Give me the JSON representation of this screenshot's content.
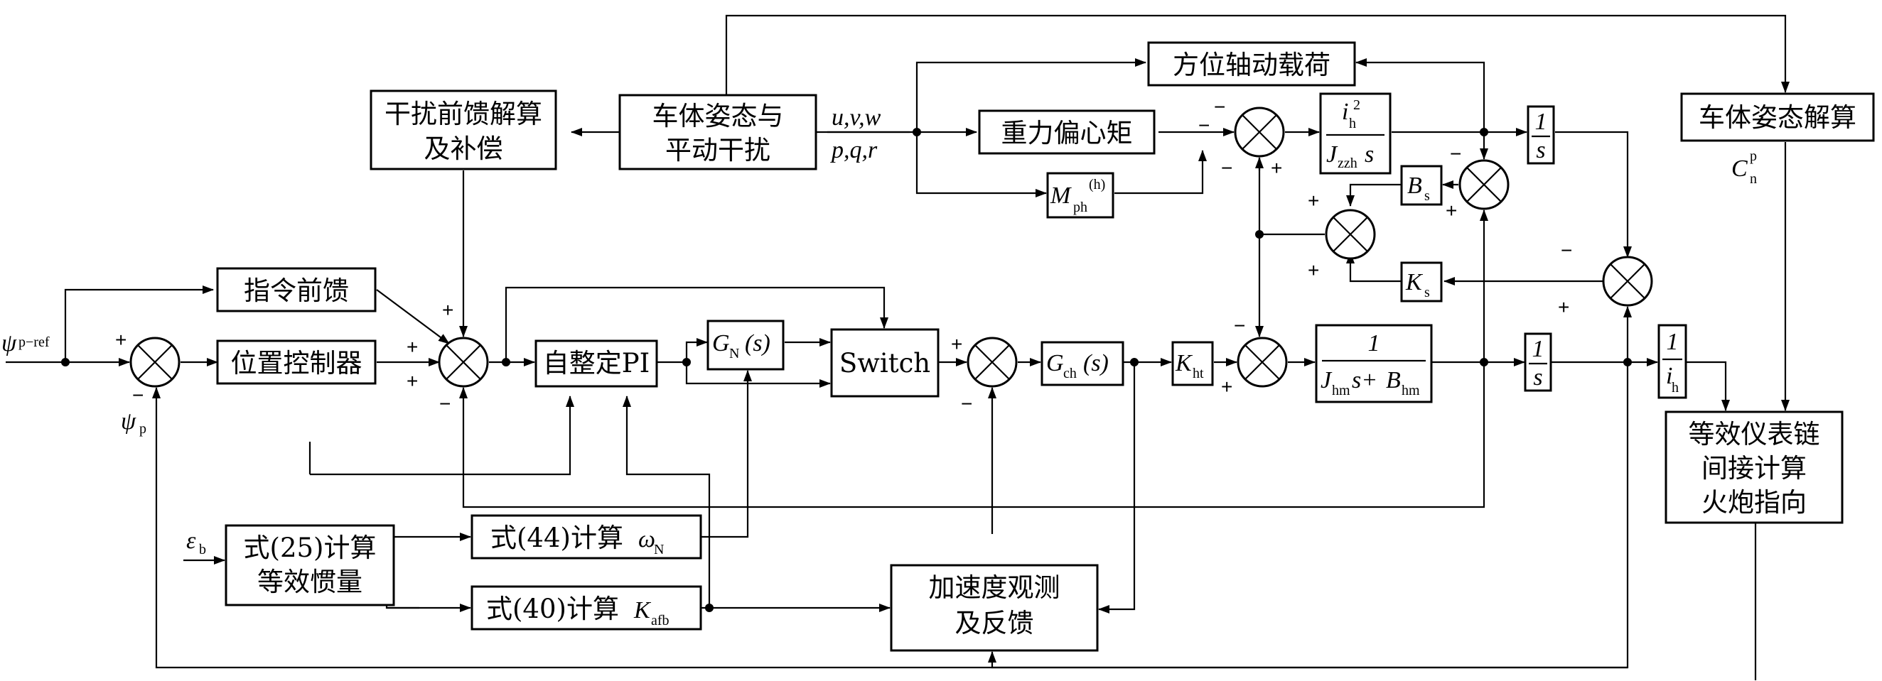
{
  "blocks": {
    "disturbance_ff": [
      "干扰前馈解算",
      "及补偿"
    ],
    "vehicle_attitude": [
      "车体姿态与",
      "平动干扰"
    ],
    "azimuth_load": "方位轴动载荷",
    "gravity_eccentric": "重力偏心矩",
    "vehicle_attitude_solve": "车体姿态解算",
    "command_ff": "指令前馈",
    "position_ctrl": "位置控制器",
    "self_tuning_pi": "自整定PI",
    "switch": "Switch",
    "eq44": "式(44)计算",
    "eq40": "式(40)计算",
    "eq25": [
      "式(25)计算",
      "等效惯量"
    ],
    "accel_obs": [
      "加速度观测",
      "及反馈"
    ],
    "equiv_chain": [
      "等效仪表链",
      "间接计算",
      "火炮指向"
    ]
  },
  "symbols": {
    "uvw": "u,v,w",
    "pqr": "p,q,r",
    "psi": "ψ",
    "psi_ref_sub": "p−ref",
    "psi_p_sub": "p",
    "eps": "ε",
    "eps_sub": "b",
    "C": "C",
    "C_sup": "p",
    "C_sub": "n",
    "GN": "G",
    "GN_sub": "N",
    "GN_arg": "(s)",
    "Gch": "G",
    "Gch_sub": "ch",
    "Gch_arg": "(s)",
    "Kht": "K",
    "Kht_sub": "ht",
    "Bs": "B",
    "Bs_sub": "s",
    "Ks": "K",
    "Ks_sub": "s",
    "Mph": "M",
    "Mph_sub": "ph",
    "Mph_sup": "(h)",
    "one": "1",
    "s": "s",
    "ih": "i",
    "ih_sub": "h",
    "ih2": "i",
    "ih2_sub": "h",
    "ih2_sup": "2",
    "Jzzh": "J",
    "Jzzh_sub": "zzh",
    "Jhm": "J",
    "Jhm_sub": "hm",
    "Bhm": "B",
    "Bhm_sub": "hm",
    "plus_s": "s+",
    "omegaN": "ω",
    "omegaN_sub": "N",
    "Kafb": "K",
    "Kafb_sub": "afb",
    "plus": "+",
    "minus": "−"
  }
}
